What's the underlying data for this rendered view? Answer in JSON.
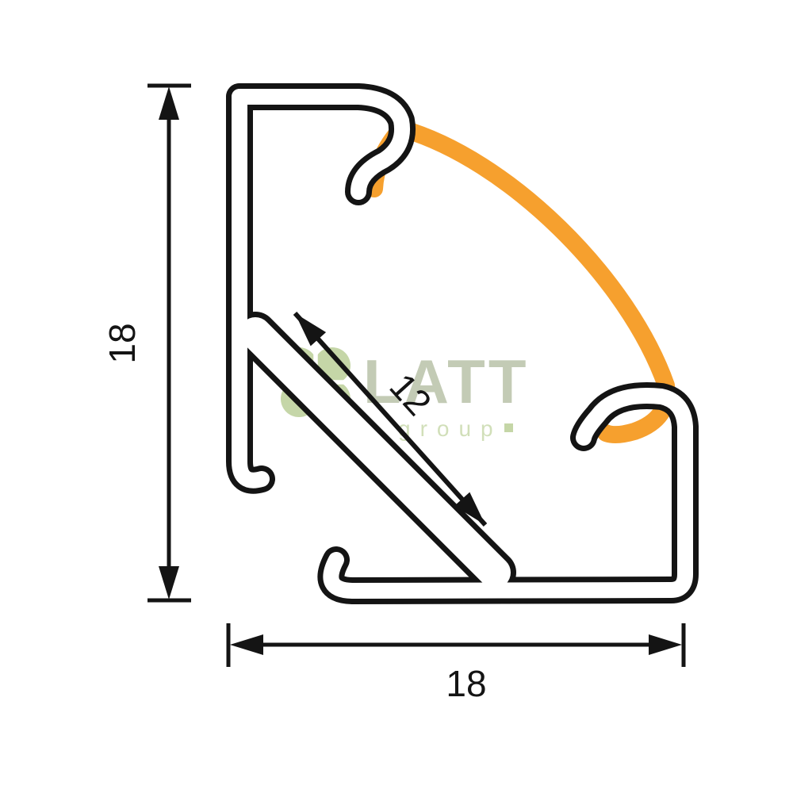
{
  "diagram": {
    "dimensions": {
      "height": "18",
      "width": "18",
      "channel": "12"
    },
    "watermark": {
      "brand": "LATT",
      "sub": "group"
    },
    "colors": {
      "outline": "#141414",
      "wall_fill": "#ffffff",
      "diffuser": "#F6A02E",
      "watermark_green": "#b7cc92",
      "watermark_text": "#b5bfa3",
      "watermark_sub": "#c6d8a8",
      "background": "#ffffff"
    }
  }
}
